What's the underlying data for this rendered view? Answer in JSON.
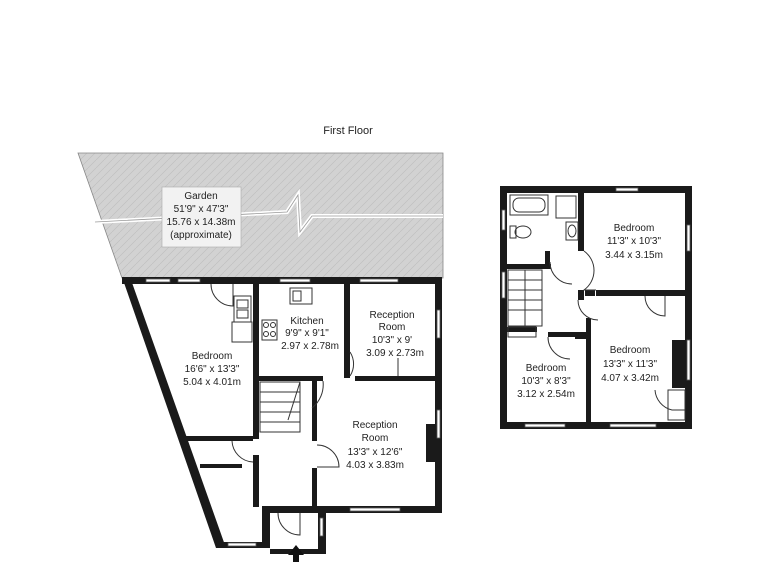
{
  "floor_title": "First Floor",
  "garden": {
    "name": "Garden",
    "dim_imperial": "51'9\" x 47'3\"",
    "dim_metric": "15.76 x 14.38m",
    "note": "(approximate)"
  },
  "ground_floor": {
    "bedroom": {
      "name": "Bedroom",
      "dim_imperial": "16'6\" x 13'3\"",
      "dim_metric": "5.04 x 4.01m"
    },
    "kitchen": {
      "name": "Kitchen",
      "dim_imperial": "9'9\" x 9'1\"",
      "dim_metric": "2.97 x 2.78m"
    },
    "reception_top": {
      "name_line1": "Reception",
      "name_line2": "Room",
      "dim_imperial": "10'3\" x 9'",
      "dim_metric": "3.09 x 2.73m"
    },
    "reception_main": {
      "name_line1": "Reception",
      "name_line2": "Room",
      "dim_imperial": "13'3\" x 12'6\"",
      "dim_metric": "4.03 x 3.83m"
    }
  },
  "first_floor": {
    "bedroom_top": {
      "name": "Bedroom",
      "dim_imperial": "11'3\" x 10'3\"",
      "dim_metric": "3.44 x 3.15m"
    },
    "bedroom_left": {
      "name": "Bedroom",
      "dim_imperial": "10'3\" x 8'3\"",
      "dim_metric": "3.12 x 2.54m"
    },
    "bedroom_right": {
      "name": "Bedroom",
      "dim_imperial": "13'3\" x 11'3\"",
      "dim_metric": "4.07 x 3.42m"
    }
  },
  "colors": {
    "wall": "#1a1a1a",
    "garden_fill": "#d2d2d2",
    "background": "#ffffff"
  },
  "icons": [
    "entrance-arrow-icon",
    "sink-icon",
    "hob-icon",
    "bath-icon",
    "toilet-icon",
    "basin-icon",
    "staircase-icon"
  ]
}
